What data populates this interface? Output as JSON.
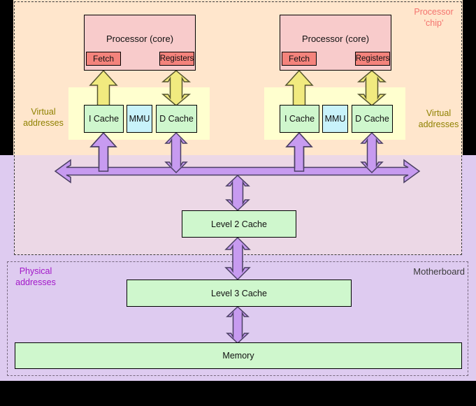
{
  "regions": {
    "chip_label": "Processor\n'chip'",
    "virtual_left": "Virtual\naddresses",
    "virtual_right": "Virtual\naddresses",
    "physical": "Physical\naddresses",
    "motherboard": "Motherboard"
  },
  "cores": [
    {
      "title": "Processor (core)",
      "fetch": "Fetch",
      "registers": "Registers",
      "icache": "I Cache",
      "mmu": "MMU",
      "dcache": "D Cache"
    },
    {
      "title": "Processor (core)",
      "fetch": "Fetch",
      "registers": "Registers",
      "icache": "I Cache",
      "mmu": "MMU",
      "dcache": "D Cache"
    }
  ],
  "hierarchy": {
    "l2": "Level 2 Cache",
    "l3": "Level 3 Cache",
    "memory": "Memory"
  },
  "colors": {
    "chip_fill": "#ffe6cc",
    "chip_inner_fill": "#ecd8e6",
    "board_fill": "#decbf0",
    "core_fill": "#f8cbcb",
    "unit_fill": "#f4837c",
    "cache_band_fill": "#ffffcf",
    "cache_fill": "#cff7cd",
    "mmu_fill": "#c8f2fa",
    "arrow_purple": "#c79bf0",
    "arrow_yellow": "#f1ea7f",
    "chip_label_color": "#f4736e",
    "virtual_label_color": "#8f8100",
    "physical_label_color": "#a318c9",
    "motherboard_label_color": "#3b3b3b"
  }
}
